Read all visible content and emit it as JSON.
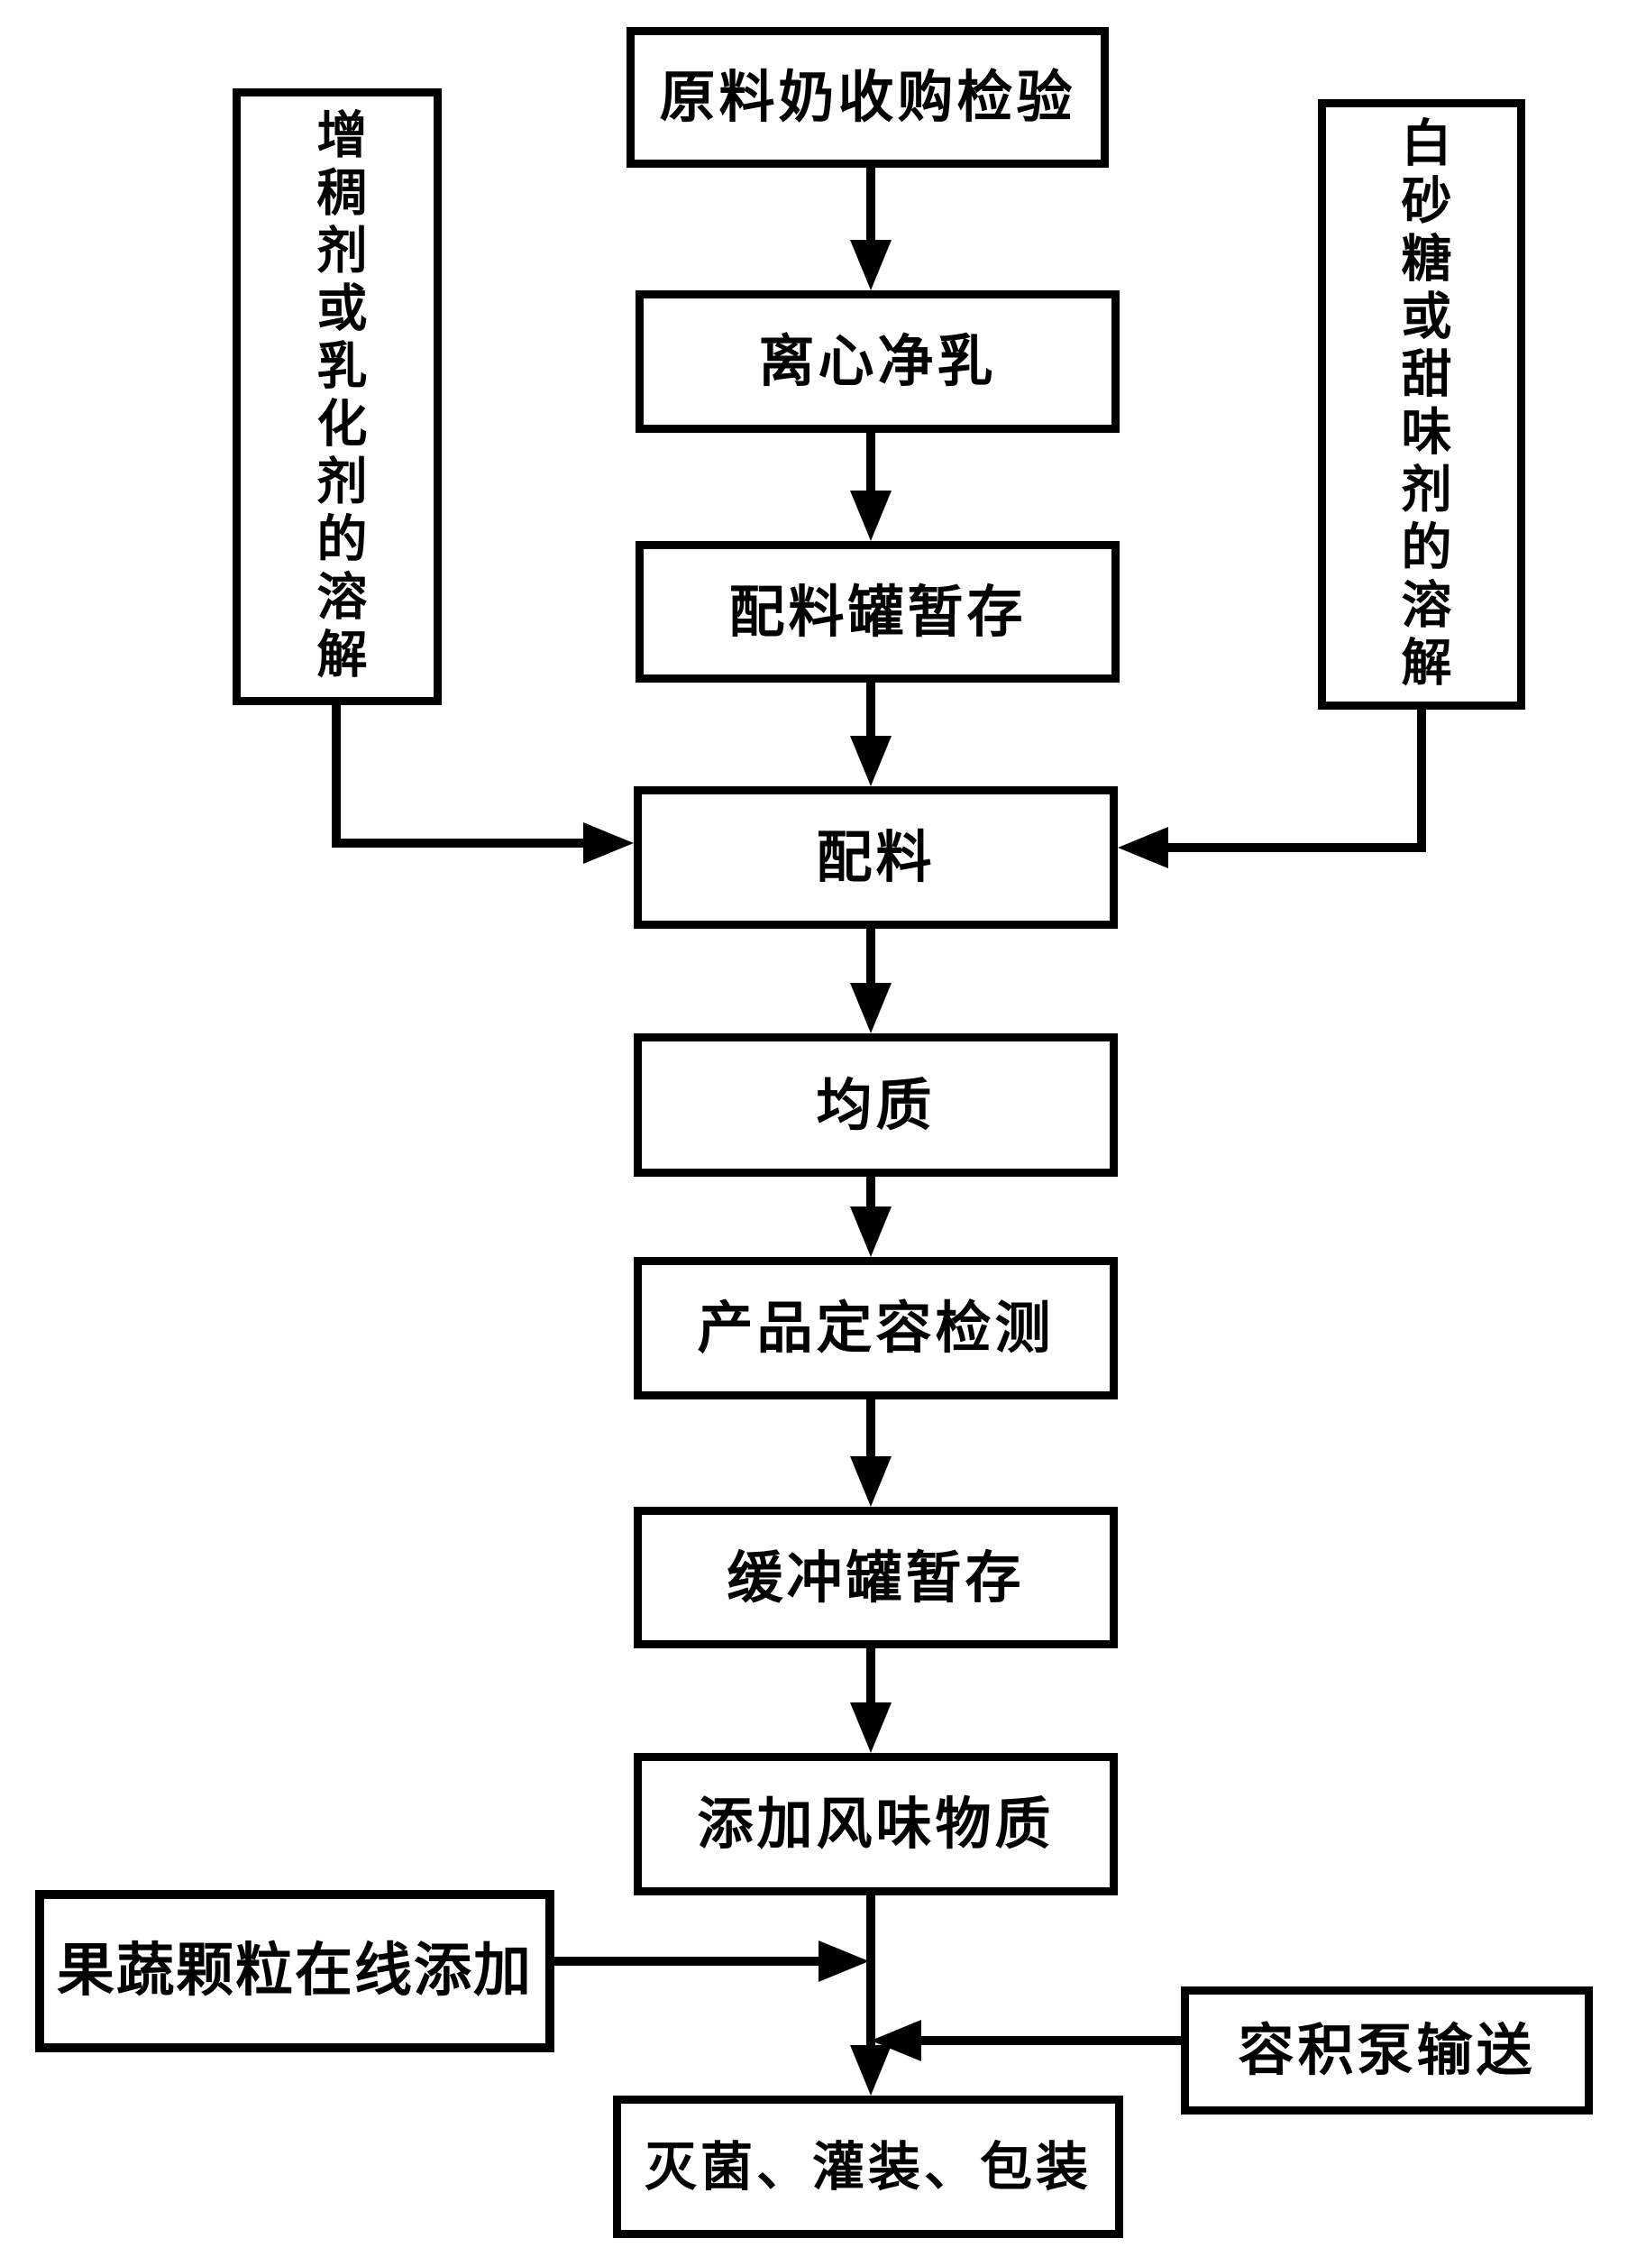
{
  "flowchart": {
    "direction": "top-to-bottom",
    "main_steps": [
      {
        "label": "原料奶收购检验"
      },
      {
        "label": "离心净乳"
      },
      {
        "label": "配料罐暂存"
      },
      {
        "label": "配料"
      },
      {
        "label": "均质"
      },
      {
        "label": "产品定容检测"
      },
      {
        "label": "缓冲罐暂存"
      },
      {
        "label": "添加风味物质"
      },
      {
        "label": "灭菌、灌装、包装"
      }
    ],
    "side_inputs": [
      {
        "label": "增稠剂或乳化剂的溶解",
        "orientation": "vertical",
        "side": "left",
        "target": "配料"
      },
      {
        "label": "白砂糖或甜味剂的溶解",
        "orientation": "vertical",
        "side": "right",
        "target": "配料"
      },
      {
        "label": "果蔬颗粒在线添加",
        "orientation": "horizontal",
        "side": "left",
        "target": "灭菌、灌装、包装"
      },
      {
        "label": "容积泵输送",
        "orientation": "horizontal",
        "side": "right",
        "target": "灭菌、灌装、包装"
      }
    ],
    "colors": {
      "line": "#000000",
      "box_border": "#000000",
      "text": "#000000",
      "background": "#ffffff"
    }
  }
}
